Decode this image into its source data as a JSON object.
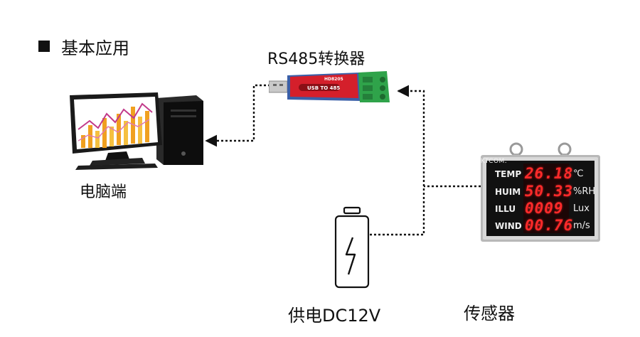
{
  "heading": {
    "text": "基本应用"
  },
  "pc": {
    "label": "电脑端"
  },
  "converter": {
    "title": "RS485转换器",
    "body_text": "USB TO 485",
    "model_text": "HD8205"
  },
  "power": {
    "label": "供电DC12V"
  },
  "sensor": {
    "label": "传感器",
    "brand": "KTCOM.",
    "rows": [
      {
        "label": "TEMP",
        "value": "26.18",
        "unit": "℃"
      },
      {
        "label": "HUIM",
        "value": "50.33",
        "unit": "%RH"
      },
      {
        "label": "ILLU",
        "value": "0009",
        "unit": "Lux"
      },
      {
        "label": "WIND",
        "value": "00.76",
        "unit": "m/s"
      }
    ]
  },
  "colors": {
    "led_red": "#ff2a2a",
    "panel": "#111111",
    "terminal_green": "#2fa34a",
    "usb_red": "#d41f2b",
    "usb_blue": "#3a5fa8"
  },
  "icons": [
    "computer-icon",
    "usb-rs485-converter-icon",
    "battery-lightning-icon",
    "sensor-display-icon"
  ]
}
